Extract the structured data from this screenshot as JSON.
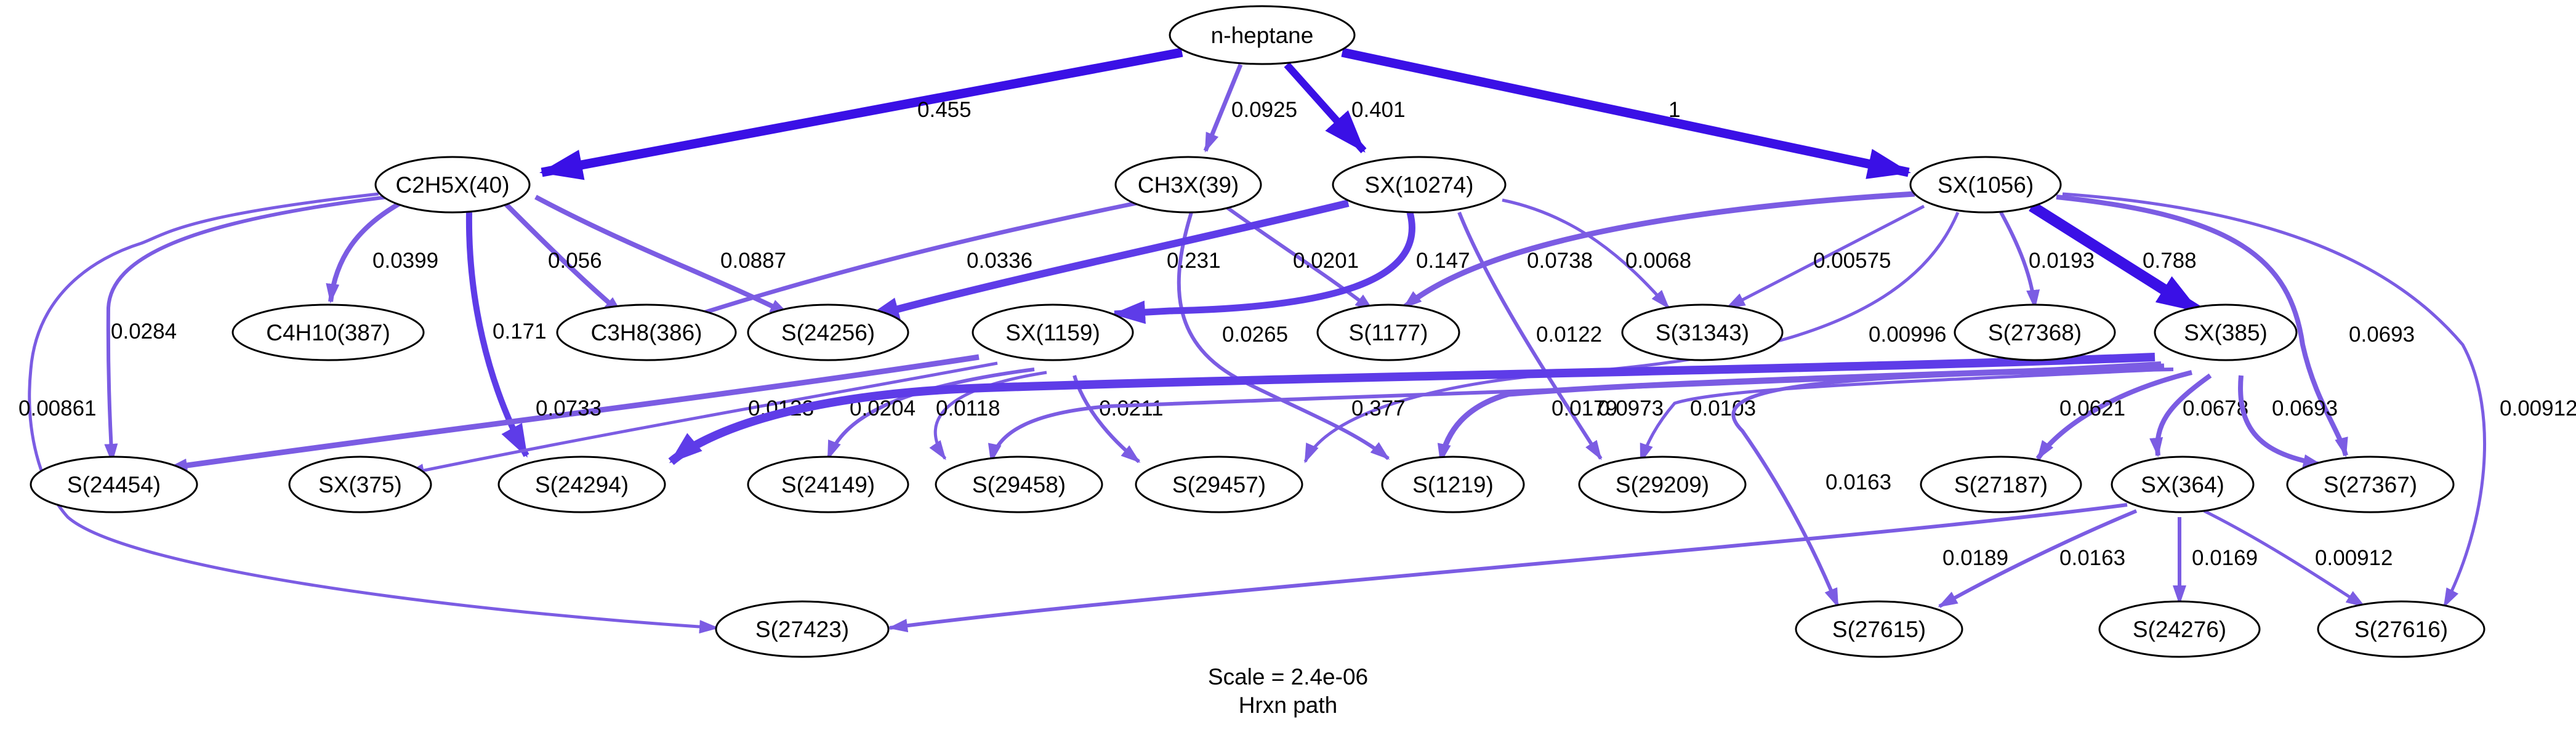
{
  "colors": {
    "strong": "#3A10E6",
    "medium": "#5E3CE8",
    "light": "#7B5CE3",
    "node_stroke": "#000000",
    "text": "#000000"
  },
  "nodes": {
    "n-heptane": "n-heptane",
    "C2H5X(40)": "C2H5X(40)",
    "CH3X(39)": "CH3X(39)",
    "SX(10274)": "SX(10274)",
    "SX(1056)": "SX(1056)",
    "C4H10(387)": "C4H10(387)",
    "C3H8(386)": "C3H8(386)",
    "S(24256)": "S(24256)",
    "SX(1159)": "SX(1159)",
    "S(1177)": "S(1177)",
    "S(31343)": "S(31343)",
    "S(27368)": "S(27368)",
    "SX(385)": "SX(385)",
    "S(24454)": "S(24454)",
    "SX(375)": "SX(375)",
    "S(24294)": "S(24294)",
    "S(24149)": "S(24149)",
    "S(29458)": "S(29458)",
    "S(29457)": "S(29457)",
    "S(1219)": "S(1219)",
    "S(29209)": "S(29209)",
    "S(27187)": "S(27187)",
    "SX(364)": "SX(364)",
    "S(27367)": "S(27367)",
    "S(27423)": "S(27423)",
    "S(27615)": "S(27615)",
    "S(24276)": "S(24276)",
    "S(27616)": "S(27616)"
  },
  "edges": [
    {
      "from": "n-heptane",
      "to": "C2H5X(40)",
      "label": "0.455",
      "color": "strong"
    },
    {
      "from": "n-heptane",
      "to": "CH3X(39)",
      "label": "0.0925",
      "color": "light"
    },
    {
      "from": "n-heptane",
      "to": "SX(10274)",
      "label": "0.401",
      "color": "strong"
    },
    {
      "from": "n-heptane",
      "to": "SX(1056)",
      "label": "1",
      "color": "strong"
    },
    {
      "from": "C2H5X(40)",
      "to": "C4H10(387)",
      "label": "0.0399",
      "color": "light"
    },
    {
      "from": "C2H5X(40)",
      "to": "C3H8(386)",
      "label": "0.056",
      "color": "light"
    },
    {
      "from": "C2H5X(40)",
      "to": "S(24256)",
      "label": "0.0887",
      "color": "light"
    },
    {
      "from": "C2H5X(40)",
      "to": "S(24454)",
      "label": "0.0284",
      "color": "light"
    },
    {
      "from": "C2H5X(40)",
      "to": "S(24294)",
      "label": "0.171",
      "color": "medium"
    },
    {
      "from": "C2H5X(40)",
      "to": "S(27423)",
      "label": "0.00861",
      "color": "light"
    },
    {
      "from": "CH3X(39)",
      "to": "C3H8(386)",
      "label": "0.0336",
      "color": "light"
    },
    {
      "from": "CH3X(39)",
      "to": "S(1177)",
      "label": "0.0201",
      "color": "light"
    },
    {
      "from": "CH3X(39)",
      "to": "S(1219)",
      "label": "0.0265",
      "color": "light"
    },
    {
      "from": "SX(10274)",
      "to": "S(24256)",
      "label": "0.231",
      "color": "medium"
    },
    {
      "from": "SX(10274)",
      "to": "SX(1159)",
      "label": "0.147",
      "color": "medium"
    },
    {
      "from": "SX(10274)",
      "to": "S(31343)",
      "label": "0.0068",
      "color": "light"
    },
    {
      "from": "SX(10274)",
      "to": "S(29209)",
      "label": "0.0122",
      "color": "light"
    },
    {
      "from": "SX(1056)",
      "to": "S(1177)",
      "label": "0.0738",
      "color": "light"
    },
    {
      "from": "SX(1056)",
      "to": "S(31343)",
      "label": "0.00575",
      "color": "light"
    },
    {
      "from": "SX(1056)",
      "to": "S(27368)",
      "label": "0.0193",
      "color": "light"
    },
    {
      "from": "SX(1056)",
      "to": "SX(385)",
      "label": "0.788",
      "color": "strong"
    },
    {
      "from": "SX(1056)",
      "to": "S(27367)",
      "label": "0.0693",
      "color": "light"
    },
    {
      "from": "SX(1056)",
      "to": "S(27616)",
      "label": "0.00912",
      "color": "light"
    },
    {
      "from": "SX(1056)",
      "to": "S(29457)",
      "label": "0.00996",
      "color": "light"
    },
    {
      "from": "SX(1159)",
      "to": "S(24454)",
      "label": "0.0733",
      "color": "light"
    },
    {
      "from": "SX(1159)",
      "to": "SX(375)",
      "label": "0.0123",
      "color": "light"
    },
    {
      "from": "SX(1159)",
      "to": "S(24149)",
      "label": "0.0204",
      "color": "light"
    },
    {
      "from": "SX(1159)",
      "to": "S(29458)",
      "label": "0.0118",
      "color": "light"
    },
    {
      "from": "SX(1159)",
      "to": "S(29457)",
      "label": "0.0211",
      "color": "light"
    },
    {
      "from": "SX(385)",
      "to": "S(24294)",
      "label": "0.377",
      "color": "medium"
    },
    {
      "from": "SX(385)",
      "to": "S(29458)",
      "label": "0.0179",
      "color": "light"
    },
    {
      "from": "SX(385)",
      "to": "S(1219)",
      "label": "0.0973",
      "color": "light"
    },
    {
      "from": "SX(385)",
      "to": "S(29209)",
      "label": "0.0103",
      "color": "light"
    },
    {
      "from": "SX(385)",
      "to": "S(27615)",
      "label": "0.0163",
      "color": "light"
    },
    {
      "from": "SX(385)",
      "to": "S(27187)",
      "label": "0.0621",
      "color": "light"
    },
    {
      "from": "SX(385)",
      "to": "SX(364)",
      "label": "0.0678",
      "color": "light"
    },
    {
      "from": "SX(385)",
      "to": "S(27367)",
      "label": "0.0693",
      "color": "light"
    },
    {
      "from": "SX(364)",
      "to": "S(27423)",
      "label": "0.0189",
      "color": "light"
    },
    {
      "from": "SX(364)",
      "to": "S(27615)",
      "label": "0.0163",
      "color": "light"
    },
    {
      "from": "SX(364)",
      "to": "S(24276)",
      "label": "0.0169",
      "color": "light"
    },
    {
      "from": "SX(364)",
      "to": "S(27616)",
      "label": "0.00912",
      "color": "light"
    }
  ],
  "caption": {
    "scale": "Scale = 2.4e-06",
    "path": "Hrxn path"
  }
}
